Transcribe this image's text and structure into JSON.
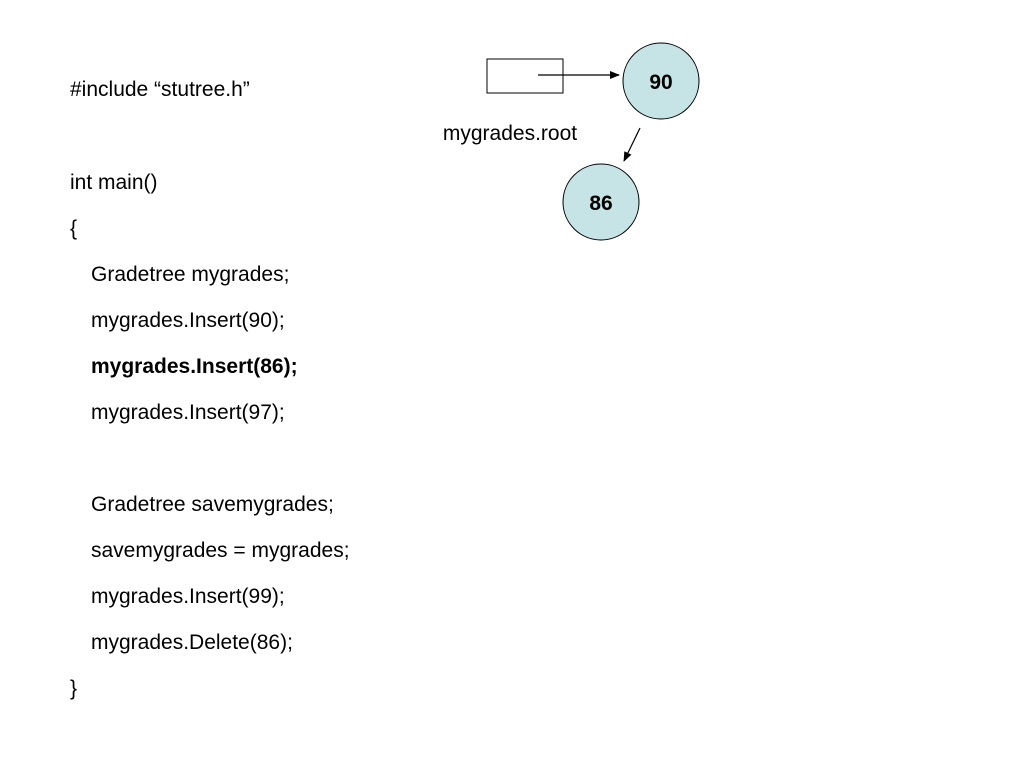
{
  "code": {
    "include_line": "#include “stutree.h”",
    "main_signature": "int main()",
    "open_brace": "{",
    "declare_mygrades": "Gradetree mygrades;",
    "insert_90": "mygrades.Insert(90);",
    "insert_86": "mygrades.Insert(86);",
    "insert_97": "mygrades.Insert(97);",
    "declare_savemygrades": "Gradetree savemygrades;",
    "assign_save": "savemygrades = mygrades;",
    "insert_99": "mygrades.Insert(99);",
    "delete_86": "mygrades.Delete(86);",
    "close_brace": "}"
  },
  "diagram": {
    "root_pointer_label": "mygrades.root",
    "node_fill": "#c6e3e5",
    "nodes": [
      {
        "value": "90"
      },
      {
        "value": "86"
      }
    ]
  }
}
